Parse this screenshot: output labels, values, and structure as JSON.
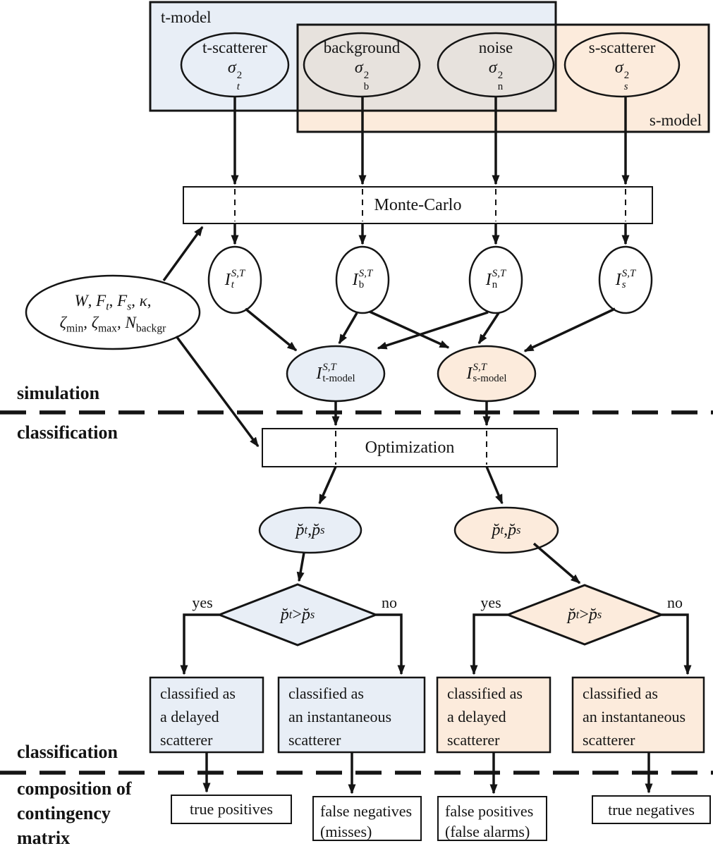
{
  "diagram": {
    "colors": {
      "t_fill": "#e8eef6",
      "s_fill": "#fcebdc",
      "overlap_fill": "#e7e2dd"
    },
    "models": {
      "t": "t-model",
      "s": "s-model"
    },
    "sources": {
      "t_scatterer": {
        "name": "t-scatterer",
        "symbol": [
          {
            "t": "σ",
            "it": true
          },
          {
            "stack": {
              "sup": "2",
              "sub": "t",
              "subit": true
            }
          }
        ]
      },
      "background": {
        "name": "background",
        "symbol": [
          {
            "t": "σ",
            "it": true
          },
          {
            "stack": {
              "sup": "2",
              "sub": "b"
            }
          }
        ]
      },
      "noise": {
        "name": "noise",
        "symbol": [
          {
            "t": "σ",
            "it": true
          },
          {
            "stack": {
              "sup": "2",
              "sub": "n"
            }
          }
        ]
      },
      "s_scatterer": {
        "name": "s-scatterer",
        "symbol": [
          {
            "t": "σ",
            "it": true
          },
          {
            "stack": {
              "sup": "2",
              "sub": "s",
              "subit": true
            }
          }
        ]
      }
    },
    "monte_carlo": "Monte-Carlo",
    "optimization": "Optimization",
    "params": {
      "line1": [
        {
          "t": "W",
          "it": true
        },
        {
          "t": ", "
        },
        {
          "t": "F",
          "it": true
        },
        {
          "sub": "t",
          "it": true
        },
        {
          "t": ", "
        },
        {
          "t": "F",
          "it": true
        },
        {
          "sub": "s",
          "it": true
        },
        {
          "t": ", "
        },
        {
          "t": "κ",
          "it": true
        },
        {
          "t": ","
        }
      ],
      "line2": [
        {
          "t": "ζ",
          "it": true
        },
        {
          "sub": "min"
        },
        {
          "t": ", "
        },
        {
          "t": "ζ",
          "it": true
        },
        {
          "sub": "max"
        },
        {
          "t": ", "
        },
        {
          "t": "N",
          "it": true
        },
        {
          "sub": "backgr"
        }
      ]
    },
    "intensities": {
      "t": [
        {
          "t": "I",
          "it": true
        },
        {
          "stack": {
            "sup": "S,T",
            "supit": true,
            "sub": "t",
            "subit": true
          }
        }
      ],
      "b": [
        {
          "t": "I",
          "it": true
        },
        {
          "stack": {
            "sup": "S,T",
            "supit": true,
            "sub": "b"
          }
        }
      ],
      "n": [
        {
          "t": "I",
          "it": true
        },
        {
          "stack": {
            "sup": "S,T",
            "supit": true,
            "sub": "n"
          }
        }
      ],
      "s": [
        {
          "t": "I",
          "it": true
        },
        {
          "stack": {
            "sup": "S,T",
            "supit": true,
            "sub": "s",
            "subit": true
          }
        }
      ]
    },
    "model_outputs": {
      "t": [
        {
          "t": "I",
          "it": true
        },
        {
          "stack": {
            "sup": "S,T",
            "supit": true,
            "sub": "t-model"
          }
        }
      ],
      "s": [
        {
          "t": "I",
          "it": true
        },
        {
          "stack": {
            "sup": "S,T",
            "supit": true,
            "sub": "s-model"
          }
        }
      ]
    },
    "probs": [
      {
        "t": "p̆",
        "it": true
      },
      {
        "sub": "t",
        "it": true
      },
      {
        "t": ", "
      },
      {
        "t": "p̆",
        "it": true
      },
      {
        "sub": "s",
        "it": true
      }
    ],
    "decision": {
      "condition": [
        {
          "t": "p̆",
          "it": true
        },
        {
          "sub": "t",
          "it": true
        },
        {
          "t": " > "
        },
        {
          "t": "p̆",
          "it": true
        },
        {
          "sub": "s",
          "it": true
        }
      ],
      "yes": "yes",
      "no": "no"
    },
    "outcomes": {
      "delayed": [
        "classified as",
        "a delayed",
        "scatterer"
      ],
      "instantaneous": [
        "classified as",
        "an instantaneous",
        "scatterer"
      ]
    },
    "contingency": {
      "tp": "true positives",
      "fn": [
        "false negatives",
        "(misses)"
      ],
      "fp": [
        "false positives",
        "(false alarms)"
      ],
      "tn": "true negatives"
    },
    "sections": {
      "simulation": "simulation",
      "classification_top": "classification",
      "classification_bottom": "classification",
      "composition_lines": [
        "composition of",
        "contingency",
        "matrix"
      ]
    }
  }
}
